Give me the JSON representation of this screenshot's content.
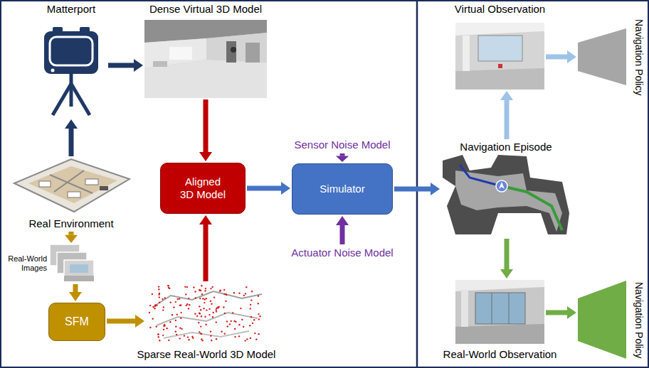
{
  "diagram": {
    "nodes": [
      {
        "text": [
          "Matterport"
        ]
      },
      {
        "text": [
          "Dense Virtual 3D Model"
        ]
      },
      {
        "text": [
          "Aligned 3D Model"
        ]
      },
      {
        "text": [
          "Sensor Noise Model"
        ]
      },
      {
        "text": [
          "Simulator"
        ]
      },
      {
        "text": [
          "Actuator Noise Model"
        ]
      },
      {
        "text": [
          "Real Environment"
        ]
      },
      {
        "text": [
          "Real-World Images"
        ]
      },
      {
        "text": [
          "SFM"
        ]
      },
      {
        "text": [
          "Sparse Real-World 3D Model"
        ]
      },
      {
        "text": [
          "Virtual Observation"
        ]
      },
      {
        "text": [
          "Navigation Policy"
        ]
      },
      {
        "text": [
          "Navigation Episode"
        ]
      },
      {
        "text": [
          "Real-World Observation"
        ]
      },
      {
        "text": [
          "Navigation Policy"
        ]
      }
    ],
    "edges": [
      {
        "from": 6,
        "to": 0,
        "arrow": "to"
      },
      {
        "from": 0,
        "to": 1,
        "arrow": "to"
      },
      {
        "from": 1,
        "to": 2,
        "arrow": "to"
      },
      {
        "from": 9,
        "to": 2,
        "arrow": "to"
      },
      {
        "from": 2,
        "to": 4,
        "arrow": "to"
      },
      {
        "from": 3,
        "to": 4,
        "arrow": "to"
      },
      {
        "from": 5,
        "to": 4,
        "arrow": "to"
      },
      {
        "from": 4,
        "to": 12,
        "arrow": "to"
      },
      {
        "from": 12,
        "to": 10,
        "arrow": "to"
      },
      {
        "from": 10,
        "to": 11,
        "arrow": "to"
      },
      {
        "from": 12,
        "to": 13,
        "arrow": "to"
      },
      {
        "from": 13,
        "to": 14,
        "arrow": "to"
      },
      {
        "from": 6,
        "to": 7,
        "arrow": "to"
      },
      {
        "from": 7,
        "to": 8,
        "arrow": "to"
      },
      {
        "from": 8,
        "to": 9,
        "arrow": "to"
      }
    ]
  }
}
